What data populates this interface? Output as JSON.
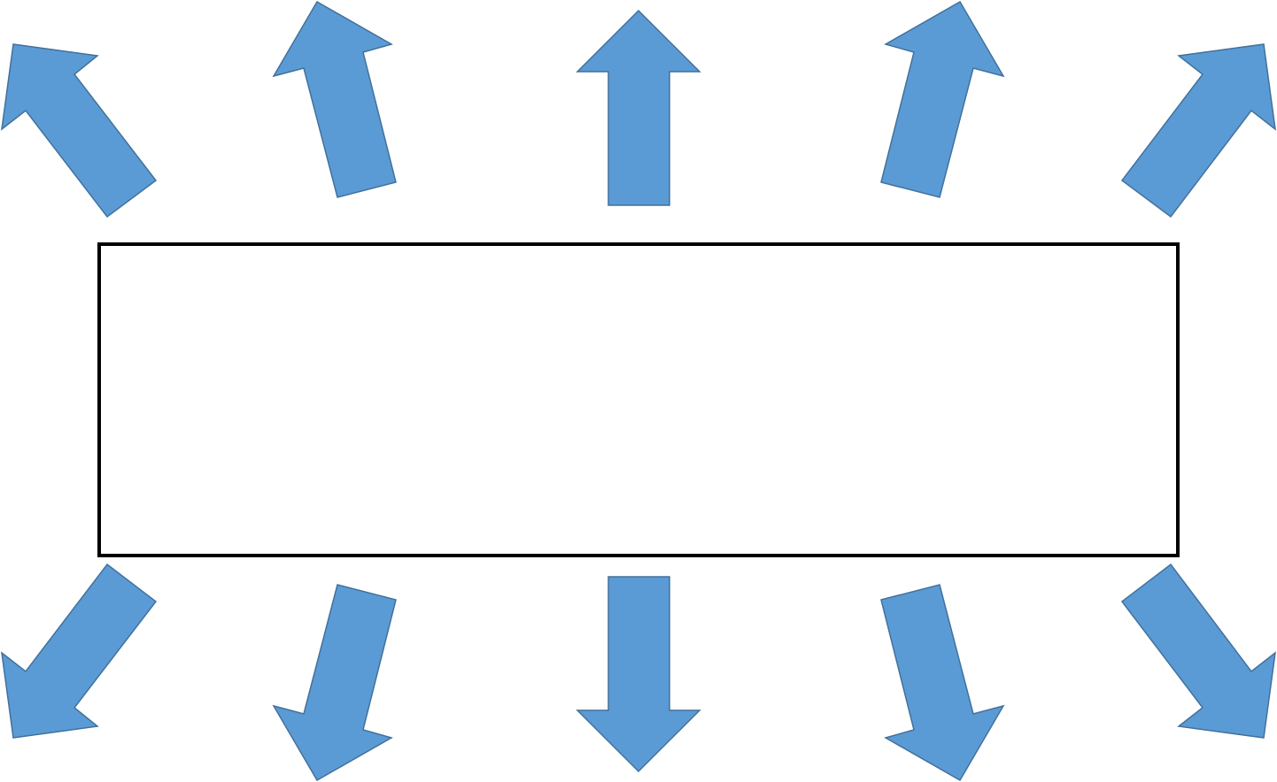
{
  "diagram": {
    "center_box": {
      "label": "",
      "border_color": "#000000",
      "fill_color": "#ffffff"
    },
    "arrow_style": {
      "fill_color": "#5b9bd5",
      "stroke_color": "#41719c"
    },
    "arrows": [
      {
        "name": "arrow-up-left-outer",
        "direction": "up-left"
      },
      {
        "name": "arrow-up-left-inner",
        "direction": "up-slight-left"
      },
      {
        "name": "arrow-up",
        "direction": "up"
      },
      {
        "name": "arrow-up-right-inner",
        "direction": "up-slight-right"
      },
      {
        "name": "arrow-up-right-outer",
        "direction": "up-right"
      },
      {
        "name": "arrow-down-left-outer",
        "direction": "down-left"
      },
      {
        "name": "arrow-down-left-inner",
        "direction": "down-slight-left"
      },
      {
        "name": "arrow-down",
        "direction": "down"
      },
      {
        "name": "arrow-down-right-inner",
        "direction": "down-slight-right"
      },
      {
        "name": "arrow-down-right-outer",
        "direction": "down-right"
      }
    ]
  }
}
